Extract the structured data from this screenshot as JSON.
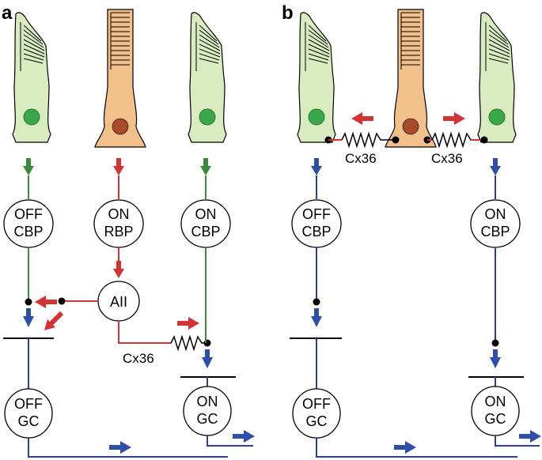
{
  "panels": [
    {
      "letter": "a",
      "nodes": {
        "off_cbp": [
          "OFF",
          "CBP"
        ],
        "on_rbp": [
          "ON",
          "RBP"
        ],
        "on_cbp": [
          "ON",
          "CBP"
        ],
        "aii": [
          "AII"
        ],
        "off_gc": [
          "OFF",
          "GC"
        ],
        "on_gc": [
          "ON",
          "GC"
        ]
      },
      "gap_junction_label": "Cx36"
    },
    {
      "letter": "b",
      "nodes": {
        "off_cbp": [
          "OFF",
          "CBP"
        ],
        "on_cbp": [
          "ON",
          "CBP"
        ],
        "off_gc": [
          "OFF",
          "GC"
        ],
        "on_gc": [
          "ON",
          "GC"
        ]
      },
      "gap_junction_label_left": "Cx36",
      "gap_junction_label_right": "Cx36"
    }
  ],
  "colors": {
    "cone_fill": "#d9ecc0",
    "rod_fill": "#f2c08a",
    "nucleus_green": "#3aa84a",
    "nucleus_red": "#a84a2a",
    "green_line": "#3c8a3c",
    "red_line": "#d33333",
    "blue_line": "#2a3fa0",
    "red_arrow": "#d33333",
    "blue_arrow": "#2f4ea8",
    "green_arrow": "#3c8a3c"
  },
  "icons": [
    "cone-photoreceptor-icon",
    "rod-photoreceptor-icon",
    "gap-junction-resistor-icon"
  ]
}
